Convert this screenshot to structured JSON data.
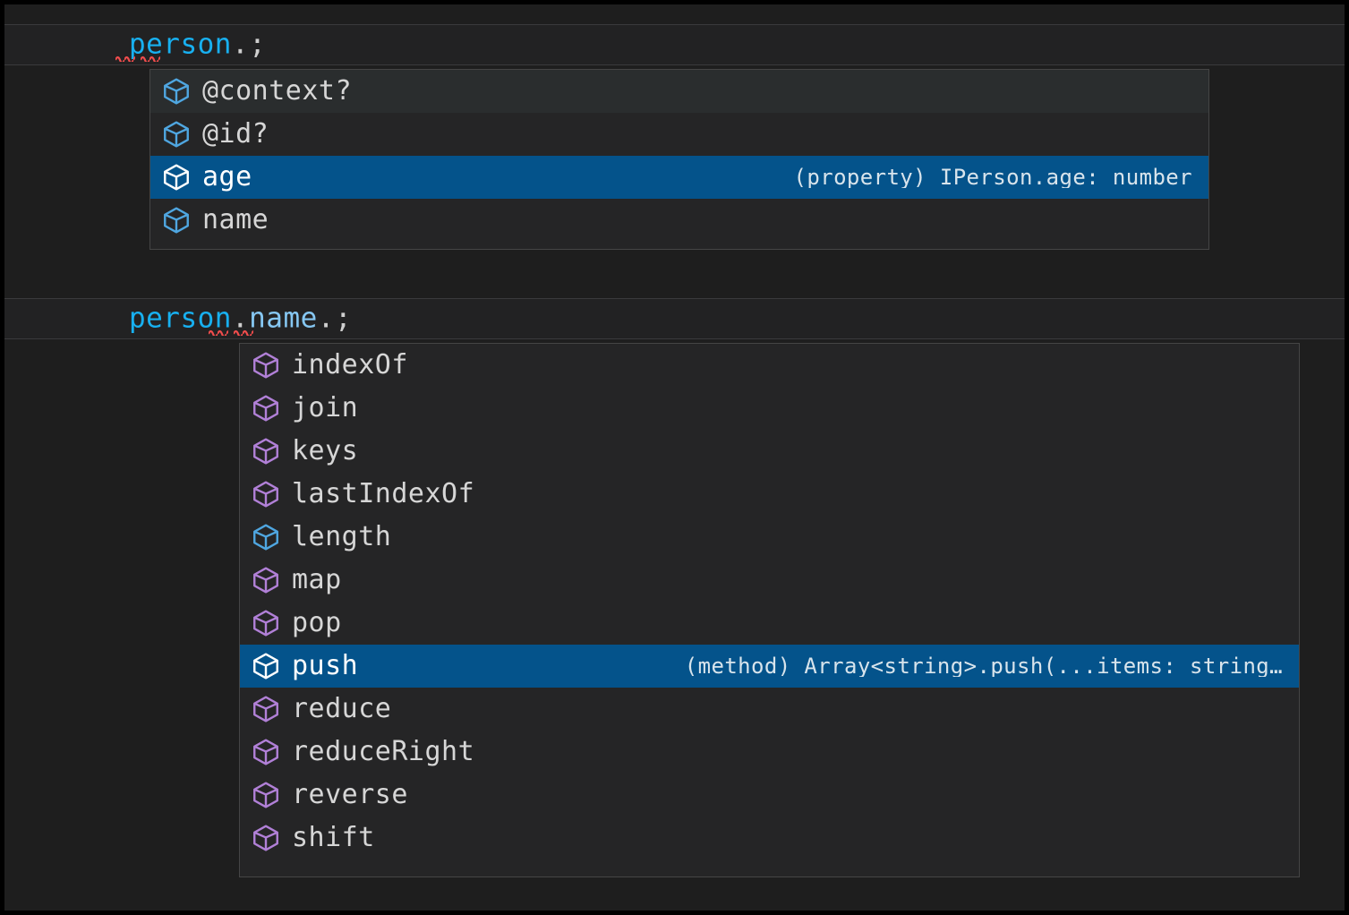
{
  "theme": {
    "editor_background": "#1E1E1E",
    "page_border": "#000000",
    "active_line_background": "#222223",
    "active_line_border": "#3A3A3C",
    "suggest_background": "#252526",
    "suggest_border": "#454545",
    "suggest_row_hover": "#2A2D2E",
    "suggest_row_selected": "#04538B",
    "identifier_color": "#18B0F0",
    "property_color": "#86C7F2",
    "punctuation_color": "#CFCFCF",
    "error_squiggle_color": "#F14C4C",
    "icon_property_color": "#4FA6E0",
    "icon_method_color": "#B180D7",
    "icon_selected_color": "#FFFFFF"
  },
  "editor": {
    "lines": [
      {
        "id": "line-1",
        "segments": [
          {
            "text": "person",
            "kind": "identifier"
          },
          {
            "text": ".",
            "kind": "punctuation"
          },
          {
            "text": ";",
            "kind": "punctuation"
          }
        ],
        "plain": "person.;",
        "has_error_squiggle": true
      },
      {
        "id": "line-2",
        "segments": [
          {
            "text": "person",
            "kind": "identifier"
          },
          {
            "text": ".",
            "kind": "punctuation"
          },
          {
            "text": "name",
            "kind": "property"
          },
          {
            "text": ".",
            "kind": "punctuation"
          },
          {
            "text": ";",
            "kind": "punctuation"
          }
        ],
        "plain": "person.name.;",
        "has_error_squiggle": true
      }
    ]
  },
  "suggest_widgets": [
    {
      "id": "suggest-widget-1",
      "for_line": "line-1",
      "items": [
        {
          "label": "@context?",
          "icon": "property-cube-icon",
          "icon_kind": "property",
          "detail": "",
          "state": "hover"
        },
        {
          "label": "@id?",
          "icon": "property-cube-icon",
          "icon_kind": "property",
          "detail": "",
          "state": "normal"
        },
        {
          "label": "age",
          "icon": "property-cube-icon",
          "icon_kind": "property",
          "detail": "(property) IPerson.age: number",
          "state": "selected"
        },
        {
          "label": "name",
          "icon": "property-cube-icon",
          "icon_kind": "property",
          "detail": "",
          "state": "normal"
        }
      ]
    },
    {
      "id": "suggest-widget-2",
      "for_line": "line-2",
      "items": [
        {
          "label": "indexOf",
          "icon": "method-cube-icon",
          "icon_kind": "method",
          "detail": "",
          "state": "normal"
        },
        {
          "label": "join",
          "icon": "method-cube-icon",
          "icon_kind": "method",
          "detail": "",
          "state": "normal"
        },
        {
          "label": "keys",
          "icon": "method-cube-icon",
          "icon_kind": "method",
          "detail": "",
          "state": "normal"
        },
        {
          "label": "lastIndexOf",
          "icon": "method-cube-icon",
          "icon_kind": "method",
          "detail": "",
          "state": "normal"
        },
        {
          "label": "length",
          "icon": "property-cube-icon",
          "icon_kind": "property",
          "detail": "",
          "state": "normal"
        },
        {
          "label": "map",
          "icon": "method-cube-icon",
          "icon_kind": "method",
          "detail": "",
          "state": "normal"
        },
        {
          "label": "pop",
          "icon": "method-cube-icon",
          "icon_kind": "method",
          "detail": "",
          "state": "normal"
        },
        {
          "label": "push",
          "icon": "method-cube-icon",
          "icon_kind": "method",
          "detail": "(method) Array<string>.push(...items: string…",
          "state": "selected"
        },
        {
          "label": "reduce",
          "icon": "method-cube-icon",
          "icon_kind": "method",
          "detail": "",
          "state": "normal"
        },
        {
          "label": "reduceRight",
          "icon": "method-cube-icon",
          "icon_kind": "method",
          "detail": "",
          "state": "normal"
        },
        {
          "label": "reverse",
          "icon": "method-cube-icon",
          "icon_kind": "method",
          "detail": "",
          "state": "normal"
        },
        {
          "label": "shift",
          "icon": "method-cube-icon",
          "icon_kind": "method",
          "detail": "",
          "state": "normal"
        }
      ]
    }
  ]
}
